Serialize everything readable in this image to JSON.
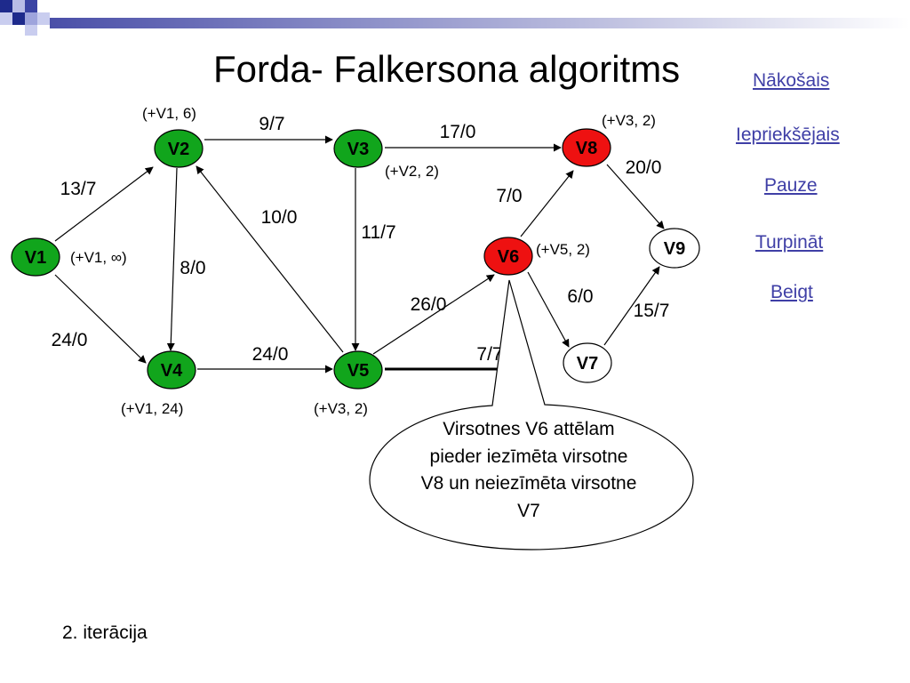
{
  "slide": {
    "title": "Forda- Falkersona algoritms"
  },
  "nav": [
    {
      "id": "next",
      "label": "Nākošais"
    },
    {
      "id": "prev",
      "label": "Iepriekšējais"
    },
    {
      "id": "pause",
      "label": "Pauze "
    },
    {
      "id": "resume",
      "label": "Turpināt "
    },
    {
      "id": "end",
      "label": "Beigt"
    }
  ],
  "colors": {
    "labeled_node": "#11a51c",
    "highlight_node": "#ee1111",
    "plain_node": "#ffffff",
    "nav_link": "#3f3fa6"
  },
  "graph": {
    "nodes": [
      {
        "id": "V1",
        "label": "V1",
        "state": "labeled",
        "mark": "(+V1, ∞)"
      },
      {
        "id": "V2",
        "label": "V2",
        "state": "labeled",
        "mark": "(+V1, 6)"
      },
      {
        "id": "V3",
        "label": "V3",
        "state": "labeled",
        "mark": "(+V2, 2)"
      },
      {
        "id": "V4",
        "label": "V4",
        "state": "labeled",
        "mark": "(+V1, 24)"
      },
      {
        "id": "V5",
        "label": "V5",
        "state": "labeled",
        "mark": "(+V3, 2)"
      },
      {
        "id": "V6",
        "label": "V6",
        "state": "highlight",
        "mark": "(+V5, 2)"
      },
      {
        "id": "V7",
        "label": "V7",
        "state": "plain",
        "mark": ""
      },
      {
        "id": "V8",
        "label": "V8",
        "state": "highlight",
        "mark": "(+V3, 2)"
      },
      {
        "id": "V9",
        "label": "V9",
        "state": "plain",
        "mark": ""
      }
    ],
    "edges": [
      {
        "from": "V1",
        "to": "V2",
        "label": "13/7"
      },
      {
        "from": "V1",
        "to": "V4",
        "label": "24/0"
      },
      {
        "from": "V2",
        "to": "V3",
        "label": "9/7"
      },
      {
        "from": "V2",
        "to": "V4",
        "label": "8/0"
      },
      {
        "from": "V5",
        "to": "V2",
        "label": "10/0"
      },
      {
        "from": "V3",
        "to": "V8",
        "label": "17/0"
      },
      {
        "from": "V3",
        "to": "V5",
        "label": "11/7"
      },
      {
        "from": "V4",
        "to": "V5",
        "label": "24/0"
      },
      {
        "from": "V5",
        "to": "V6",
        "label": "26/0"
      },
      {
        "from": "V5",
        "to": "V7",
        "label": "7/7"
      },
      {
        "from": "V6",
        "to": "V8",
        "label": "7/0"
      },
      {
        "from": "V6",
        "to": "V7",
        "label": "6/0"
      },
      {
        "from": "V8",
        "to": "V9",
        "label": "20/0"
      },
      {
        "from": "V7",
        "to": "V9",
        "label": "15/7"
      }
    ]
  },
  "callout": {
    "text": "Virsotnes V6 attēlam pieder iezīmēta virsotne V8 un neiezīmēta virsotne V7"
  },
  "footer": {
    "iteration": "2. iterācija"
  }
}
